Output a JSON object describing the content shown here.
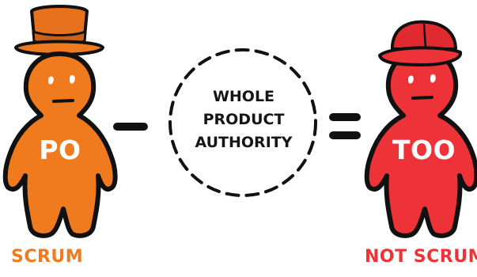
{
  "left_figure": {
    "badge": "PO",
    "caption": "SCRUM",
    "body_color": "#f07a1e",
    "hat": "top-hat-icon"
  },
  "right_figure": {
    "badge": "TOO",
    "caption": "NOT SCRUM",
    "body_color": "#ee3338",
    "hat": "baseball-cap-icon"
  },
  "center": {
    "lines": [
      "WHOLE",
      "PRODUCT",
      "AUTHORITY"
    ],
    "shape": "dashed-circle"
  },
  "operators": {
    "left": "minus-sign-icon",
    "right": "equals-sign-icon"
  }
}
